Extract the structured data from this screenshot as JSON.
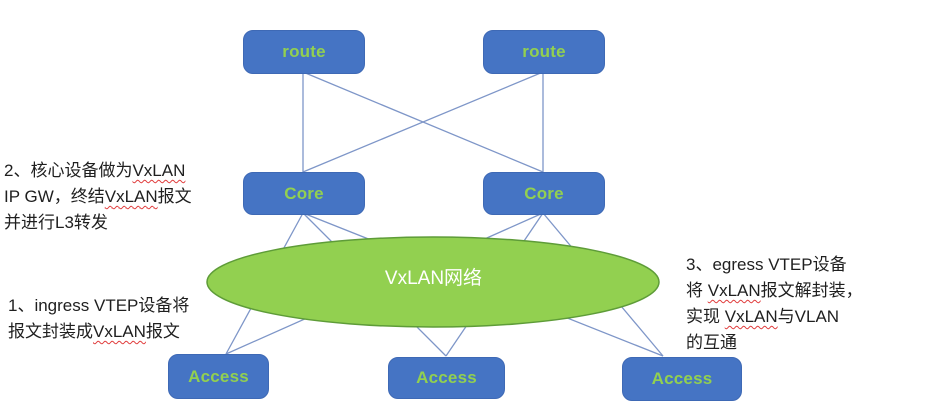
{
  "diagram": {
    "cloud_label": "VxLAN网络",
    "nodes": [
      {
        "id": "route-1",
        "label": "route"
      },
      {
        "id": "route-2",
        "label": "route"
      },
      {
        "id": "core-1",
        "label": "Core"
      },
      {
        "id": "core-2",
        "label": "Core"
      },
      {
        "id": "access-1",
        "label": "Access"
      },
      {
        "id": "access-2",
        "label": "Access"
      },
      {
        "id": "access-3",
        "label": "Access"
      }
    ],
    "edges": [
      [
        "route-1",
        "core-1"
      ],
      [
        "route-1",
        "core-2"
      ],
      [
        "route-2",
        "core-1"
      ],
      [
        "route-2",
        "core-2"
      ],
      [
        "core-1",
        "access-1"
      ],
      [
        "core-1",
        "access-2"
      ],
      [
        "core-1",
        "access-3"
      ],
      [
        "core-2",
        "access-1"
      ],
      [
        "core-2",
        "access-2"
      ],
      [
        "core-2",
        "access-3"
      ]
    ]
  },
  "annotations": {
    "note1": {
      "lines": [
        [
          {
            "t": "1、ingress VTEP设备将"
          }
        ],
        [
          {
            "t": "报文封装成"
          },
          {
            "t": "VxLAN",
            "u": true
          },
          {
            "t": "报文"
          }
        ]
      ]
    },
    "note2": {
      "lines": [
        [
          {
            "t": "2、核心设备做为"
          },
          {
            "t": "VxLAN",
            "u": true
          }
        ],
        [
          {
            "t": "IP GW，终结"
          },
          {
            "t": "VxLAN",
            "u": true
          },
          {
            "t": "报文"
          }
        ],
        [
          {
            "t": "并进行L3转发"
          }
        ]
      ]
    },
    "note3": {
      "lines": [
        [
          {
            "t": "3、egress VTEP设备"
          }
        ],
        [
          {
            "t": "将 "
          },
          {
            "t": "VxLAN",
            "u": true
          },
          {
            "t": "报文解封装，"
          }
        ],
        [
          {
            "t": "实现 "
          },
          {
            "t": "VxLAN",
            "u": true
          },
          {
            "t": "与VLAN"
          }
        ],
        [
          {
            "t": "的互通"
          }
        ]
      ]
    }
  },
  "colors": {
    "background": "#FFFFFF",
    "node_fill": "#4574C4",
    "node_stroke": "#3E69B5",
    "node_label": "#92D050",
    "cloud_fill": "#92D050",
    "cloud_stroke": "#5E9C38",
    "connector": "#7E96C8",
    "annotation_text": "#1F1F1F",
    "spellcheck_underline": "#E03B3B",
    "cloud_label_text": "#FFFFFF"
  }
}
